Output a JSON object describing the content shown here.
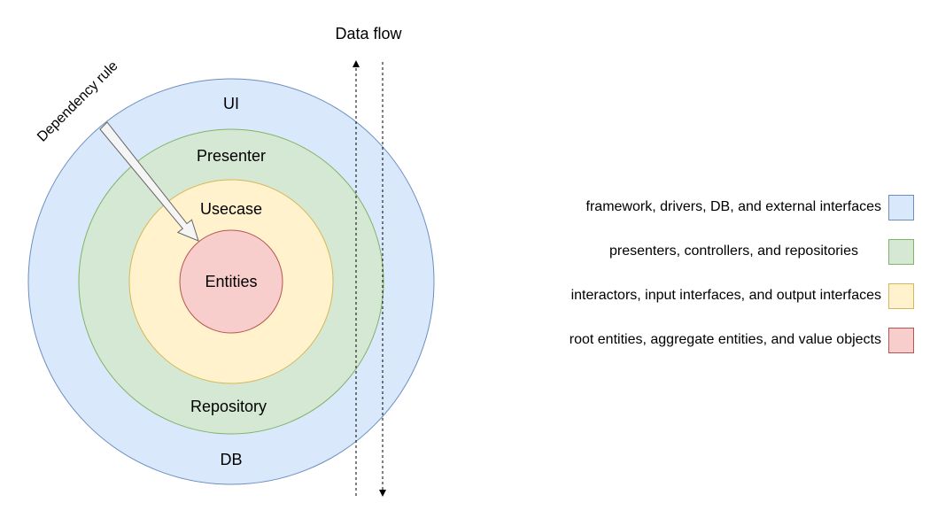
{
  "diagram": {
    "layers": [
      {
        "name": "UI",
        "bottom_label": "DB",
        "fill": "#dae8fc",
        "stroke": "#6c8ebf"
      },
      {
        "name": "Presenter",
        "bottom_label": "Repository",
        "fill": "#d5e8d4",
        "stroke": "#82b366"
      },
      {
        "name": "Usecase",
        "fill": "#fff2cc",
        "stroke": "#d6b656"
      },
      {
        "name": "Entities",
        "fill": "#f8cecc",
        "stroke": "#b85450"
      }
    ],
    "dependency_rule_label": "Dependency rule",
    "data_flow_label": "Data flow"
  },
  "legend": [
    {
      "text": "framework, drivers, DB, and external interfaces",
      "fill": "#dae8fc",
      "stroke": "#6c8ebf"
    },
    {
      "text": "presenters, controllers, and repositories",
      "fill": "#d5e8d4",
      "stroke": "#82b366"
    },
    {
      "text": "interactors, input interfaces, and output interfaces",
      "fill": "#fff2cc",
      "stroke": "#d6b656"
    },
    {
      "text": "root entities, aggregate entities, and value objects",
      "fill": "#f8cecc",
      "stroke": "#b85450"
    }
  ]
}
